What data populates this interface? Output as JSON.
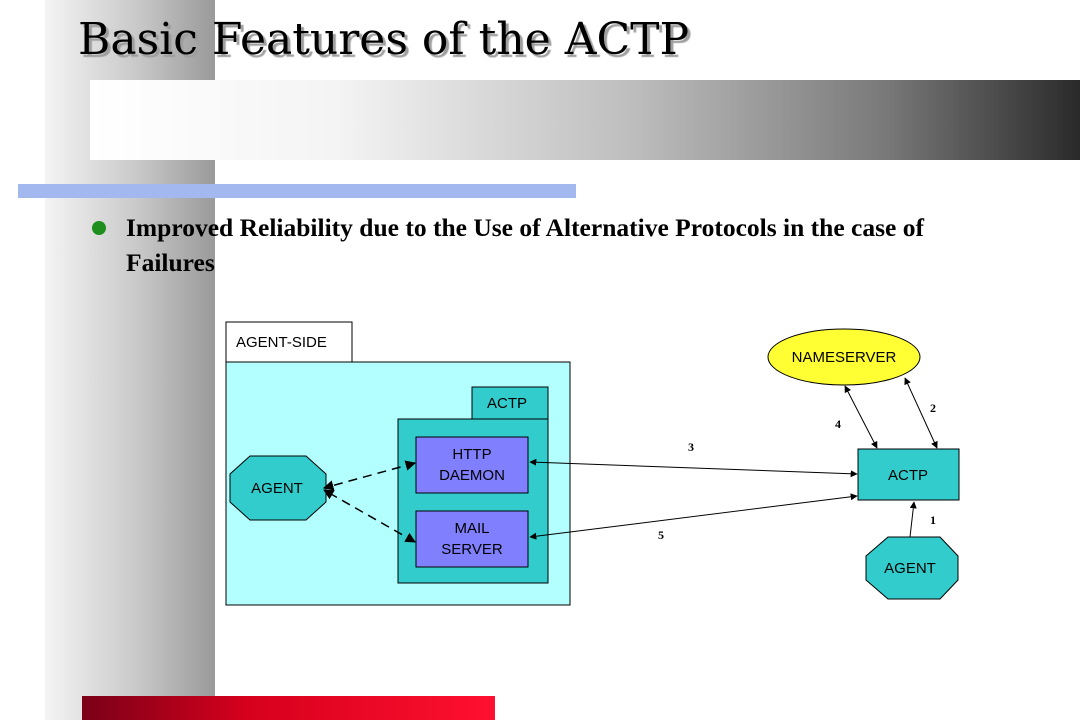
{
  "slide": {
    "title": "Basic Features of the ACTP",
    "bullet": "Improved Reliability due to the Use of Alternative Protocols in the case of Failures"
  },
  "diagram": {
    "agent_side_label": "AGENT-SIDE",
    "actp_tab_label": "ACTP",
    "agent_left_label": "AGENT",
    "http_line1": "HTTP",
    "http_line2": "DAEMON",
    "mail_line1": "MAIL",
    "mail_line2": "SERVER",
    "nameserver_label": "NAMESERVER",
    "actp_right_label": "ACTP",
    "agent_right_label": "AGENT",
    "arrow_labels": [
      "1",
      "2",
      "3",
      "4",
      "5"
    ]
  },
  "colors": {
    "agent_side_fill": "#b3ffff",
    "actp_fill": "#33cccc",
    "server_fill": "#8080ff",
    "nameserver_fill": "#ffff33",
    "bullet": "#1e8e1e",
    "accent_blue": "#a3b8ee",
    "accent_red": "#d6001c"
  }
}
